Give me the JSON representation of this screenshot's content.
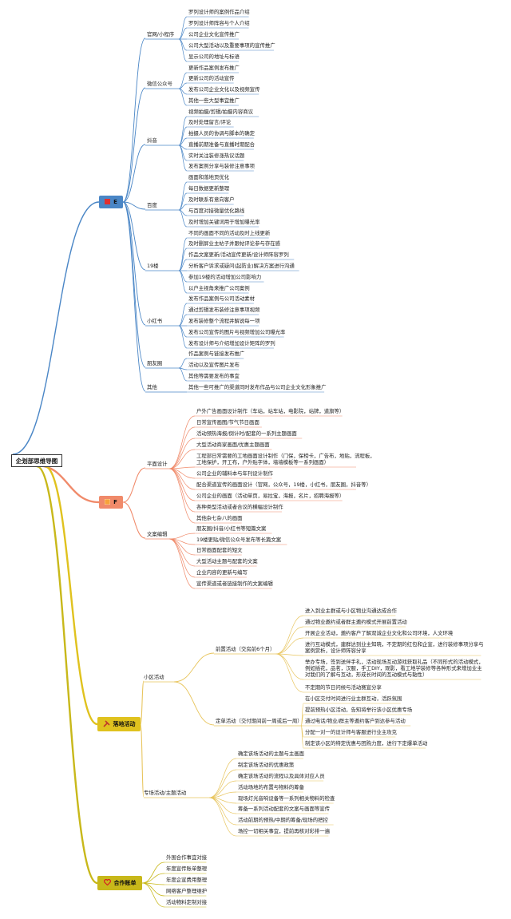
{
  "root": {
    "label": "企划部思维导图"
  },
  "colors": {
    "E": "#4a86c6",
    "F": "#f08a6a",
    "G": "#e0c21e",
    "H": "#c8b81a",
    "sub": "#e8c55e"
  },
  "E": {
    "label": "E",
    "icon": "red-square-icon",
    "groups": [
      {
        "label": "官网/小程序",
        "items": [
          "罗列设计师的案例作品介绍",
          "罗列设计师阵容与个人介绍",
          "公司企业文化宣传推广",
          "公司大型活动以及重要事项的宣传推广",
          "显示公司的地址与标语"
        ]
      },
      {
        "label": "微信公众号",
        "items": [
          "更新作品案例发布推广",
          "更新公司的活动宣传",
          "发布公司企业文化以及视频宣传",
          "其他一些大型事宜推广"
        ]
      },
      {
        "label": "抖音",
        "items": [
          "视频拍摄/剪辑/拍摄内容商议",
          "及时处理留言/评论",
          "拍摄人员的协调与脚本的确定",
          "直播前期准备与直播时期配合",
          "实时关注装修涨热议话题",
          "发布案例分享与装修注意事项"
        ]
      },
      {
        "label": "百度",
        "items": [
          "画面和落地页优化",
          "每日数据更新整理",
          "及时联系有意向客户",
          "与百度对接微量优化路线",
          "及时增加关键词用于增加曝光率"
        ]
      },
      {
        "label": "19楼",
        "items": [
          "不同的画面不同的活动及时上线更新",
          "及时删屏业主帖子并跟帖评论参与存在感",
          "作品文案更新/活动宣传更新/设计师阵容罗列",
          "分析客户诉求或疑问(起防业)解决方案进行沟通",
          "参加19楼的活动增加公司影响力",
          "以户主视角来推广公司案例"
        ]
      },
      {
        "label": "小红书",
        "items": [
          "发布作品案例与公司活动素材",
          "通过剪辑发布装修注意事项视频",
          "发布装修整个流程并解说每一项",
          "发布公司宣传的图片与视频增加公司曝光率",
          "发布设计师与介绍增加设计矩阵的罗列"
        ]
      },
      {
        "label": "朋友圈",
        "items": [
          "作品案例与链接发布推广",
          "活动以及宣传图片发布",
          "其他等需要发布的事宜"
        ]
      },
      {
        "label": "其他",
        "items": [
          "其他一些可推广的渠道同时发布作品与公司企业文化形象推广"
        ]
      }
    ]
  },
  "F": {
    "label": "F",
    "icon": "orange-square-icon",
    "groups": [
      {
        "label": "平面设计",
        "items": [
          "户外广告画面设计制作（车站，站车站，电影院，站牌，道旗等）",
          "日常宣传画图/节气节日画面",
          "活动预热海报/倒计时/配套的一系列主题画面",
          "大型活动商家画面/优惠主题画面",
          "工程部日常需要的工地画面设计制作（门保，保榜卡，广告布，地贴，流程板，\n工地保护，开工布，户外贴字体，墙墙模板等一系列画面）",
          "公司企业的辅料本与年刊设计制作",
          "配合渠道宣传的画面设计（官网，公众号，19楼，小红书，朋友圈，抖音等）",
          "公司企业的画面（活动单页，易拉宝，海报，名片，招聘海报等）",
          "各种类型活动或者合议的横幅设计制作",
          "其他杂七杂八的画面"
        ]
      },
      {
        "label": "文案编辑",
        "items": [
          "朋友圈/抖音/小红书等短篇文案",
          "19楼更贴/微信公众号发布等长篇文案",
          "日常画面配套的短文",
          "大型活动主题与配套的文案",
          "企业内容的更新与编写",
          "宣传渠道或者链接制作的文案编辑"
        ]
      }
    ]
  },
  "G": {
    "label": "落地活动",
    "icon": "tools-icon",
    "groups": [
      {
        "label": "小区活动",
        "subgroups": [
          {
            "label": "前置活动（交房前6个月）",
            "items": [
              "进入到业主群或与小区物业沟通达成合作",
              "通过物业邀约或者群主邀约模式开展前置活动",
              "开展企业活动，邀约客户了解双诚企业文化和公司环境，人文环境",
              "进行互动模式，建群达到业主知晓，不定期的红包和企宣，进行装修事项分享与\n案例赏析，设计师阵容分享",
              "举办专场，签到送伴手礼，活动现场互动游戏获取礼品（不同形式的活动模式，\n例如插花，品茗，汉服，手工DIY，观影，看工地学装修等各种形式来增加业主\n对我们的了解与互动，形成长时间的互动模式与黏性）",
              "不定期的节日问候与活动赛宣分享"
            ]
          },
          {
            "label": "定单活动（交付期间前一周或后一周）",
            "items": [
              "在小区交付时间进行业主群互动，活跃氛围",
              "提前预热小区活动，告知将举行该小区优惠专场",
              "通过电话/物业/群主等邀约客户到达参与活动",
              "分配一对一的设计师与客服进行业主攻克",
              "制定该小区的特定优惠与团购力度，进行下定爆单活动"
            ]
          }
        ]
      },
      {
        "label": "专场活动/主题活动",
        "items": [
          "确定该场活动的主题与主画面",
          "制定该场活动的优惠政策",
          "确定该场活动的流程以及具体对应人员",
          "活动场地的布置与物料的筹备",
          "现场灯光音响设备等一系列相关物料的检查",
          "筹备一系列活动配套的文案与画面等宣传",
          "活动前期的预热/中期的筹备/现场的把控",
          "场控一切相关事宜，提前再核对彩排一遍"
        ]
      }
    ]
  },
  "H": {
    "label": "合作账单",
    "icon": "heart-icon",
    "items": [
      "外围合作事宜对接",
      "年度宣传账单整理",
      "年度企宣费用整理",
      "网络客户整理维护",
      "活动物料定制对接"
    ]
  }
}
